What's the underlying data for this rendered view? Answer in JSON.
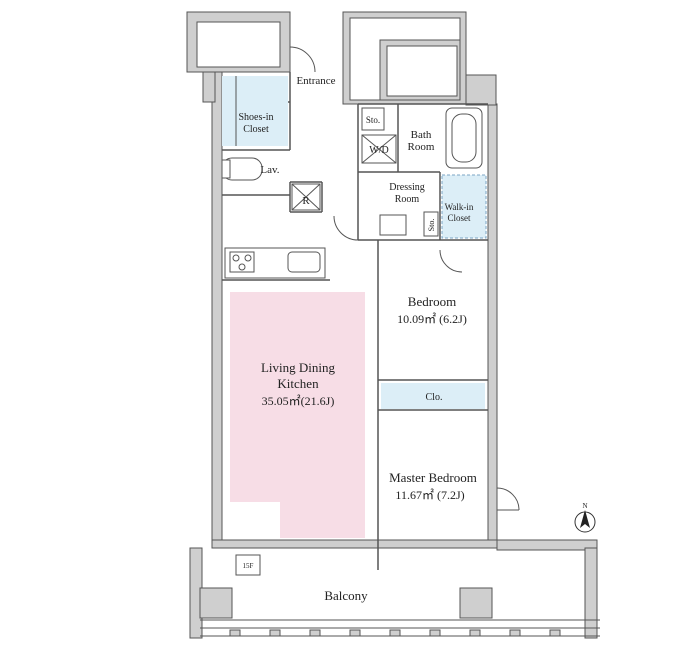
{
  "rooms": {
    "entrance": "Entrance",
    "shoes_line1": "Shoes-in",
    "shoes_line2": "Closet",
    "lav": "Lav.",
    "storage_top": "Sto.",
    "wd": "W/D",
    "bath_line1": "Bath",
    "bath_line2": "Room",
    "dressing_line1": "Dressing",
    "dressing_line2": "Room",
    "walkin_line1": "Walk-in",
    "walkin_line2": "Closet",
    "storage_side": "Sto.",
    "refrigerator": "R",
    "ldk_line1": "Living Dining",
    "ldk_line2": "Kitchen",
    "ldk_area": "35.05㎡(21.6J)",
    "bedroom": "Bedroom",
    "bedroom_area": "10.09㎡ (6.2J)",
    "closet": "Clo.",
    "master_bedroom": "Master Bedroom",
    "master_area": "11.67㎡ (7.2J)",
    "balcony": "Balcony",
    "floor": "15F"
  },
  "compass_label": "N",
  "colors": {
    "living_fill": "#f7dde6",
    "closet_fill": "#dceef7",
    "wall_fill": "#cfcfcf",
    "line": "#555555"
  }
}
